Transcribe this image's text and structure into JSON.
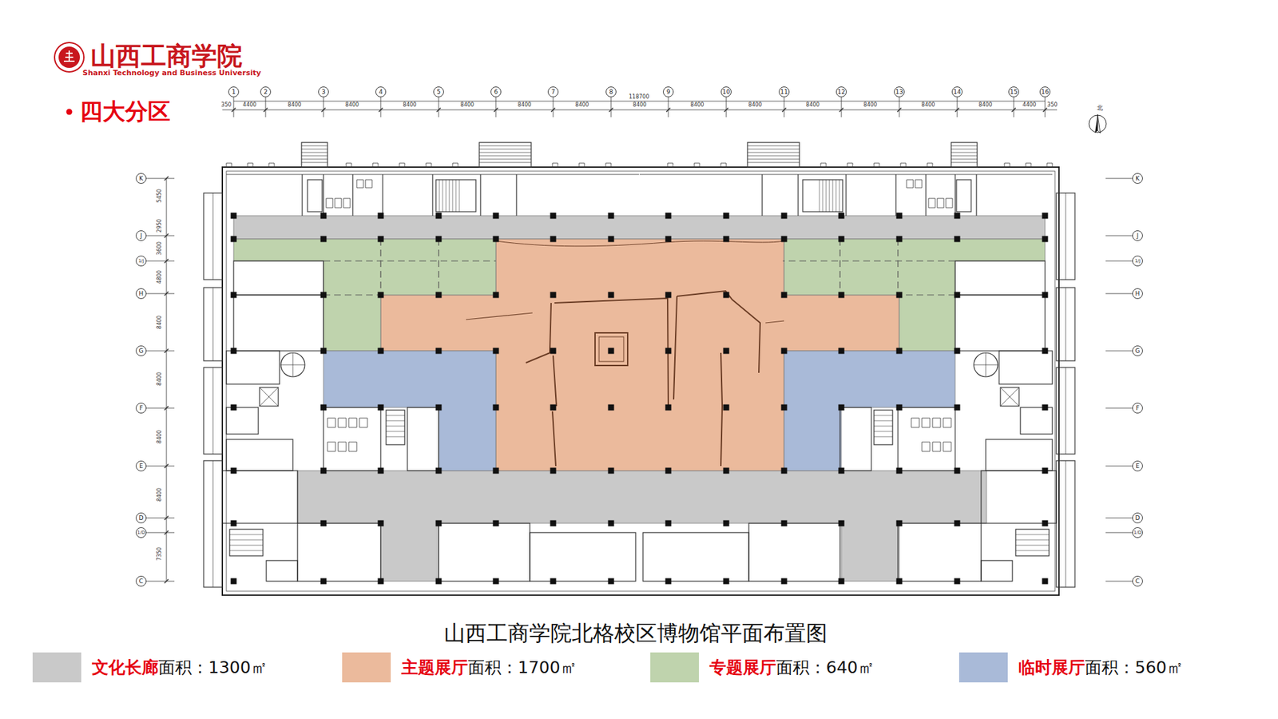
{
  "diagram": {
    "title": "四大分区",
    "caption": "山西工商学院北格校区博物馆平面布置图",
    "labels": [
      "山西工商学院",
      "Shanxi Technology and Business University",
      "1",
      "2",
      "3",
      "4",
      "5",
      "6",
      "7",
      "8",
      "9",
      "10",
      "11",
      "12",
      "13",
      "14",
      "15",
      "16",
      "350",
      "4400",
      "8400",
      "8400",
      "8400",
      "8400",
      "8400",
      "8400",
      "8400",
      "8400",
      "8400",
      "8400",
      "8400",
      "8400",
      "8400",
      "4400",
      "350",
      "118700",
      "K",
      "J",
      "1/J",
      "H",
      "G",
      "F",
      "E",
      "D",
      "1/D",
      "C",
      "K",
      "J",
      "1/J",
      "H",
      "G",
      "F",
      "E",
      "D",
      "1/D",
      "C",
      "5450",
      "2950",
      "3600",
      "4800",
      "8400",
      "8400",
      "8400",
      "8400",
      "7350",
      "北",
      "面积：1300㎡",
      "面积：1700㎡",
      "面积：640㎡",
      "面积：560㎡"
    ],
    "legend": [
      {
        "text": "文化长廊",
        "color": "#c9c9c9"
      },
      {
        "text": "主题展厅",
        "color": "#ebba9c"
      },
      {
        "text": "专题展厅",
        "color": "#bfd3ad"
      },
      {
        "text": "临时展厅",
        "color": "#a9bad8"
      }
    ]
  }
}
